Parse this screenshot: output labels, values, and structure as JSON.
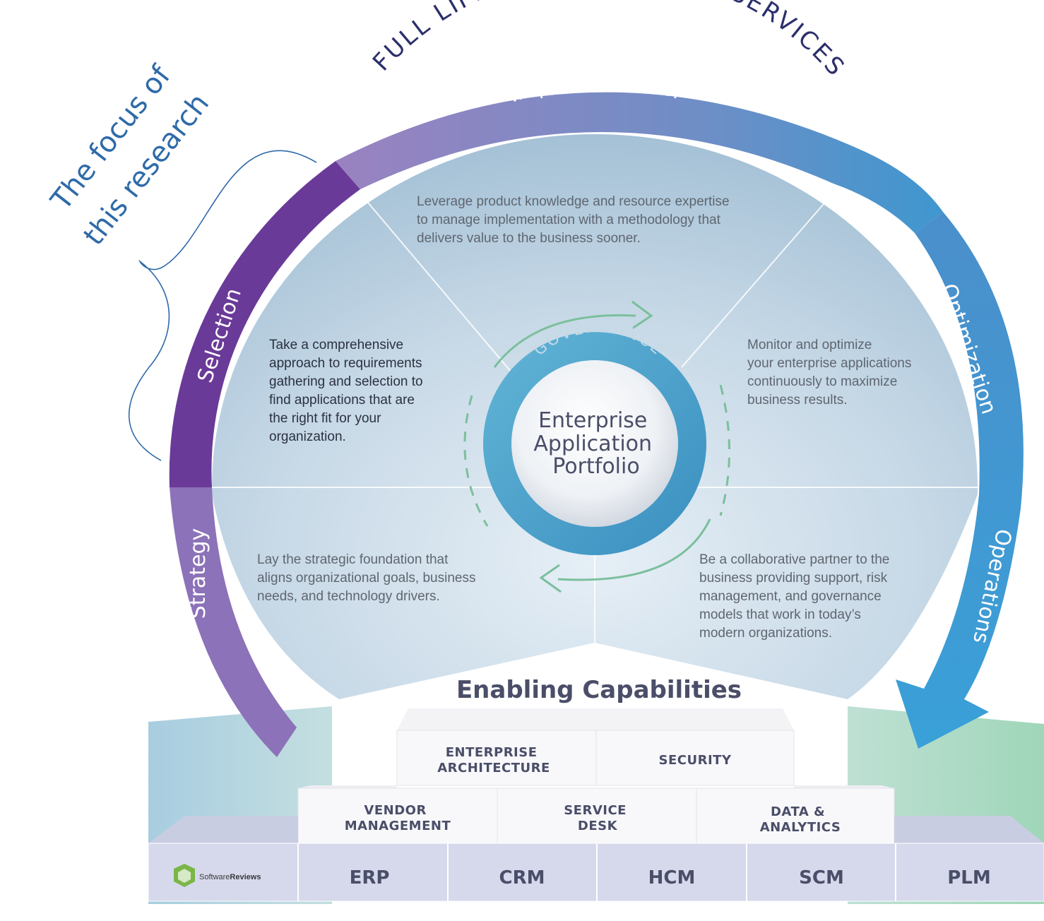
{
  "title": "FULL LIFECYCLE ADVISORY SERVICES",
  "annotation": [
    "The focus of",
    "this research"
  ],
  "arc_labels": {
    "implementation": "Implementation",
    "selection": "Selection",
    "strategy": "Strategy",
    "optimization": "Optimization",
    "operations": "Operations"
  },
  "descriptions": {
    "implementation": [
      "Leverage product knowledge and resource expertise",
      "to manage implementation with a methodology that",
      "delivers value to the business sooner."
    ],
    "selection": [
      "Take a comprehensive",
      "approach to requirements",
      "gathering and selection to",
      "find applications that are",
      "the right fit for your",
      "organization."
    ],
    "optimization": [
      "Monitor and optimize",
      "your enterprise applications",
      "continuously to maximize",
      "business results."
    ],
    "strategy": [
      "Lay the strategic foundation that",
      "aligns organizational goals, business",
      "needs, and technology drivers."
    ],
    "operations": [
      "Be a collaborative partner to the",
      "business providing support, risk",
      "management, and governance",
      "models that work in today’s",
      "modern organizations."
    ]
  },
  "governance": "GOVERNANCE",
  "center": [
    "Enterprise",
    "Application",
    "Portfolio"
  ],
  "enabling_title": "Enabling Capabilities",
  "capabilities_top": [
    {
      "lines": [
        "ENTERPRISE",
        "ARCHITECTURE"
      ]
    },
    {
      "lines": [
        "SECURITY"
      ]
    }
  ],
  "capabilities_mid": [
    {
      "lines": [
        "VENDOR",
        "MANAGEMENT"
      ]
    },
    {
      "lines": [
        "SERVICE",
        "DESK"
      ]
    },
    {
      "lines": [
        "DATA &",
        "ANALYTICS"
      ]
    }
  ],
  "base_items": [
    "ERP",
    "CRM",
    "HCM",
    "SCM",
    "PLM"
  ],
  "logo": {
    "text_light": "Software",
    "text_bold": "Reviews"
  },
  "colors": {
    "purple_dark": "#6a3a98",
    "purple_light": "#8c72b8",
    "blue": "#3f97d0",
    "annotation": "#2e6aa8",
    "title": "#2b2f6b"
  }
}
